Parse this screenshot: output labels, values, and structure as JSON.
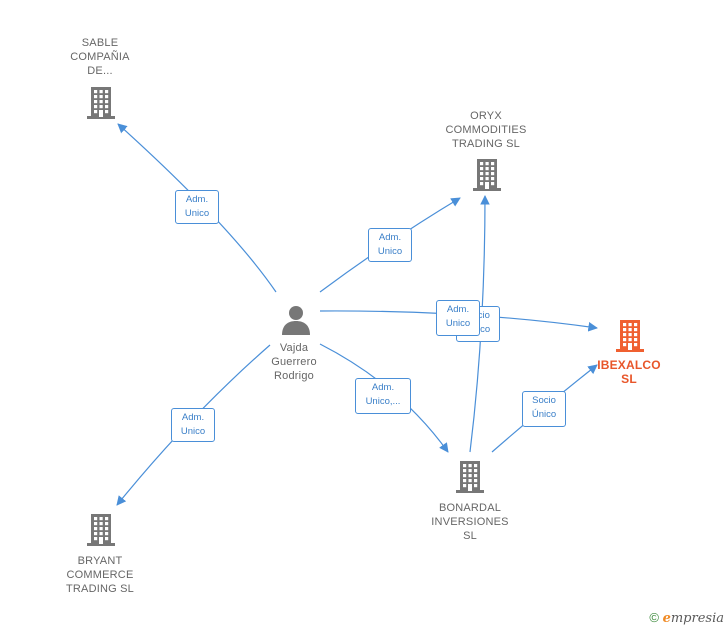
{
  "nodes": {
    "sable": {
      "lines": [
        "SABLE",
        "COMPAÑIA",
        "DE..."
      ],
      "type": "company"
    },
    "oryx": {
      "lines": [
        "ORYX",
        "COMMODITIES",
        "TRADING  SL"
      ],
      "type": "company"
    },
    "vajda": {
      "lines": [
        "Vajda",
        "Guerrero",
        "Rodrigo"
      ],
      "type": "person"
    },
    "ibexalco": {
      "lines": [
        "IBEXALCO",
        "SL"
      ],
      "type": "company-highlight"
    },
    "bonardal": {
      "lines": [
        "BONARDAL",
        "INVERSIONES",
        "SL"
      ],
      "type": "company"
    },
    "bryant": {
      "lines": [
        "BRYANT",
        "COMMERCE",
        "TRADING  SL"
      ],
      "type": "company"
    }
  },
  "edges": {
    "vajda_sable": [
      "Adm.",
      "Unico"
    ],
    "vajda_oryx": [
      "Adm.",
      "Unico"
    ],
    "vajda_ibexalco_hidden": [
      "Socio",
      "Único"
    ],
    "vajda_ibexalco": [
      "Adm.",
      "Unico"
    ],
    "vajda_bonardal": [
      "Adm.",
      "Unico,..."
    ],
    "vajda_bryant": [
      "Adm.",
      "Unico"
    ],
    "bonardal_ibexalco": [
      "Socio",
      "Único"
    ]
  },
  "colors": {
    "edge": "#4a8fd8",
    "company_icon": "#777777",
    "highlight_icon": "#f06030",
    "person_icon": "#777777"
  },
  "footer": {
    "copyright": "©",
    "brand_initial": "e",
    "brand_rest": "mpresia"
  }
}
